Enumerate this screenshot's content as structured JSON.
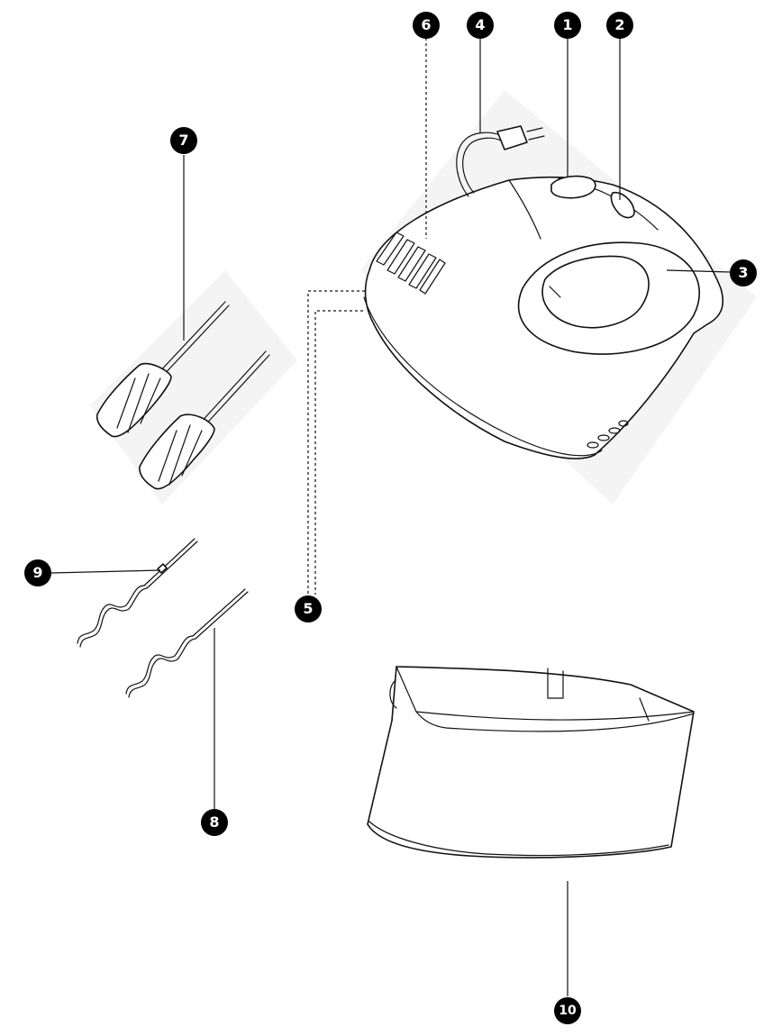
{
  "callouts": [
    {
      "id": "c1",
      "label": "1",
      "part": "speed-selector"
    },
    {
      "id": "c2",
      "label": "2",
      "part": "beater-eject-button"
    },
    {
      "id": "c3",
      "label": "3",
      "part": "handle"
    },
    {
      "id": "c4",
      "label": "4",
      "part": "power-cord"
    },
    {
      "id": "c5",
      "label": "5",
      "part": "accessory-sockets"
    },
    {
      "id": "c6",
      "label": "6",
      "part": "ventilation-slots"
    },
    {
      "id": "c7",
      "label": "7",
      "part": "beaters"
    },
    {
      "id": "c8",
      "label": "8",
      "part": "dough-hook"
    },
    {
      "id": "c9",
      "label": "9",
      "part": "dough-hook-with-collar"
    },
    {
      "id": "c10",
      "label": "10",
      "part": "storage-case"
    }
  ]
}
